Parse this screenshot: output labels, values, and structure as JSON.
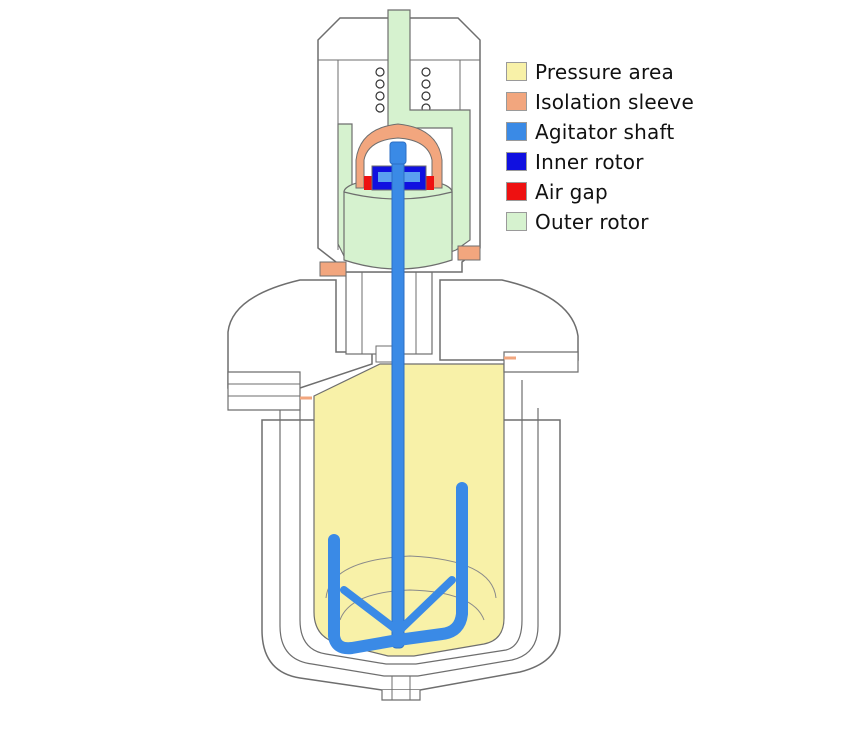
{
  "legend": {
    "items": [
      {
        "key": "pressure-area",
        "label": "Pressure area",
        "color": "#f8f1a8"
      },
      {
        "key": "isolation-sleeve",
        "label": "Isolation sleeve",
        "color": "#f2a67e"
      },
      {
        "key": "agitator-shaft",
        "label": "Agitator shaft",
        "color": "#3a8ae6"
      },
      {
        "key": "inner-rotor",
        "label": "Inner rotor",
        "color": "#1010e0"
      },
      {
        "key": "air-gap",
        "label": "Air gap",
        "color": "#ee1111"
      },
      {
        "key": "outer-rotor",
        "label": "Outer rotor",
        "color": "#d6f2cf"
      }
    ]
  },
  "colors": {
    "outline": "#6e6e6e",
    "housing": "#ffffff",
    "pressure": "#f8f1a8",
    "sleeve": "#f2a67e",
    "shaft": "#3a8ae6",
    "inner_rotor": "#1010e0",
    "air_gap": "#ee1111",
    "outer_rotor": "#d6f2cf"
  }
}
